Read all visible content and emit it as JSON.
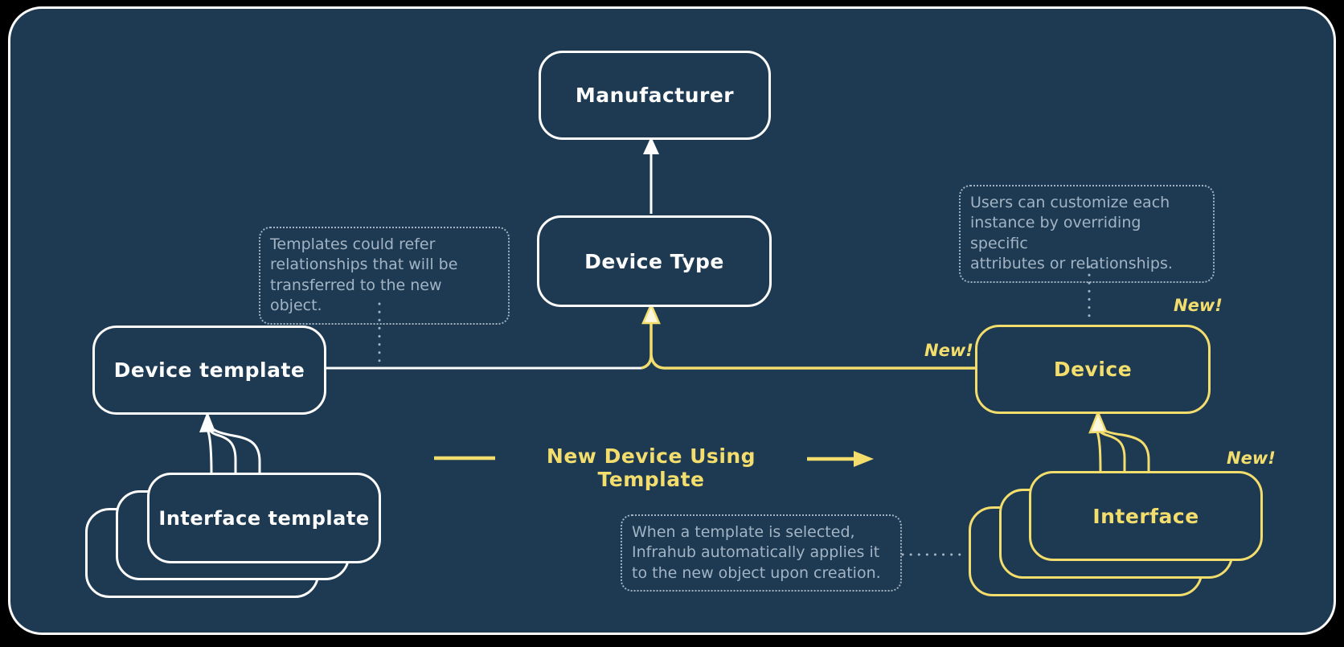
{
  "colors": {
    "page_background": "#000000",
    "panel_background": "#1d3a52",
    "primary_stroke": "#fdfdfd",
    "accent_yellow": "#f3dd6d",
    "annotation_gray": "#a3b4c4"
  },
  "nodes": {
    "manufacturer": {
      "label": "Manufacturer"
    },
    "device_type": {
      "label": "Device Type"
    },
    "device_template": {
      "label": "Device template"
    },
    "interface_template": {
      "label": "Interface template"
    },
    "device": {
      "label": "Device"
    },
    "interface": {
      "label": "Interface"
    }
  },
  "annotations": {
    "templates": {
      "text": "Templates could refer\nrelationships that will be\ntransferred to the new object."
    },
    "customize": {
      "text": "Users can customize each\ninstance by overriding specific\nattributes or relationships."
    },
    "applies": {
      "text": "When a template is selected,\nInfrahub automatically applies it\nto the new object upon creation."
    }
  },
  "flow": {
    "label": "New Device Using Template"
  },
  "badges": {
    "device_top": "New!",
    "device_line": "New!",
    "interface_top": "New!"
  }
}
